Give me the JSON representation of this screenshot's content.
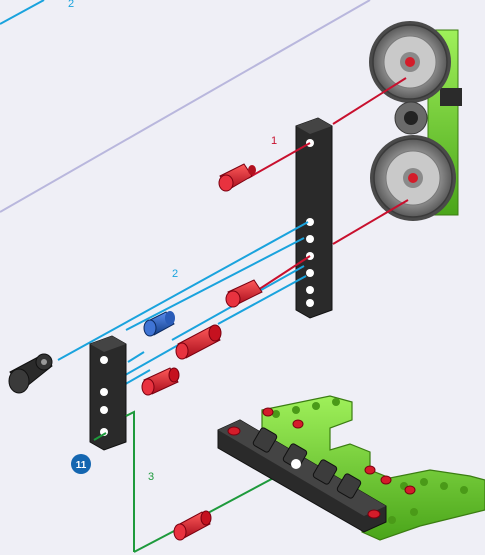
{
  "labels": {
    "top_step": "2",
    "step_red": "1",
    "step_blue": "2",
    "step_green": "3",
    "step_number": "11"
  },
  "colors": {
    "background": "#efeff6",
    "red_line": "#c8102e",
    "blue_line": "#1aa3dd",
    "green_line": "#1e9a3c",
    "purple_line": "#b9b7dd",
    "beam": "#2a2a2a",
    "gear": "#7d7d7d",
    "green_part": "#6fcf2a",
    "red_peg": "#d41c2a",
    "blue_peg": "#1f56b0",
    "badge": "#1466b0"
  }
}
